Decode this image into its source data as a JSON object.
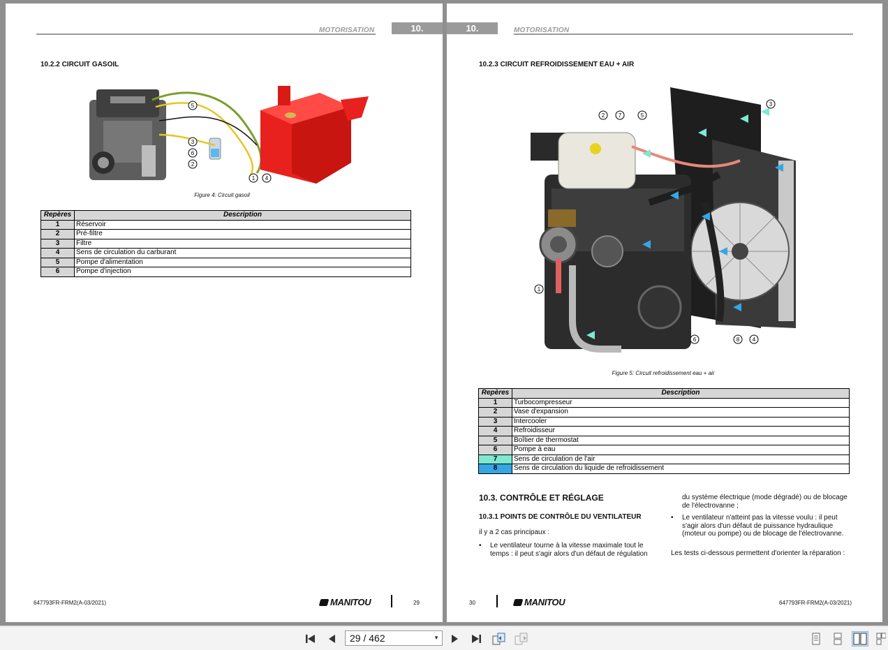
{
  "left_page": {
    "header_title": "MOTORISATION",
    "chapter_tab": "10.",
    "section_title": "10.2.2 CIRCUIT GASOIL",
    "figure_caption": "Figure 4: Circuit gasoil",
    "callouts": [
      "5",
      "3",
      "6",
      "2",
      "1",
      "4"
    ],
    "table": {
      "headers": [
        "Repères",
        "Description"
      ],
      "rows": [
        {
          "num": "1",
          "desc": "Réservoir"
        },
        {
          "num": "2",
          "desc": "Pré-filtre"
        },
        {
          "num": "3",
          "desc": "Filtre"
        },
        {
          "num": "4",
          "desc": "Sens de circulation du carburant"
        },
        {
          "num": "5",
          "desc": "Pompe d'alimentation"
        },
        {
          "num": "6",
          "desc": "Pompe d'injection"
        }
      ]
    },
    "footer_code": "647793FR-FRM2(A-03/2021)",
    "brand": "MANITOU",
    "page_number": "29"
  },
  "right_page": {
    "header_title": "MOTORISATION",
    "chapter_tab": "10.",
    "section_title": "10.2.3 CIRCUIT REFROIDISSEMENT EAU + AIR",
    "figure_caption": "Figure 5: Circuit refroidissement eau + air",
    "callouts": [
      "2",
      "7",
      "5",
      "3",
      "1",
      "6",
      "8",
      "4"
    ],
    "table": {
      "headers": [
        "Repères",
        "Description"
      ],
      "rows": [
        {
          "num": "1",
          "desc": "Turbocompresseur"
        },
        {
          "num": "2",
          "desc": "Vase d'expansion"
        },
        {
          "num": "3",
          "desc": "Intercooler"
        },
        {
          "num": "4",
          "desc": "Refroidisseur"
        },
        {
          "num": "5",
          "desc": "Boîtier de thermostat"
        },
        {
          "num": "6",
          "desc": "Pompe à eau"
        },
        {
          "num": "7",
          "desc": "Sens de circulation de l'air"
        },
        {
          "num": "8",
          "desc": "Sens de circulation du liquide de refroidissement"
        }
      ]
    },
    "section_h2": "10.3. CONTRÔLE ET RÉGLAGE",
    "subsection": "10.3.1 POINTS DE CONTRÔLE DU VENTILATEUR",
    "intro": "il y a 2 cas principaux :",
    "bullet1": "Le ventilateur tourne à la vitesse maximale tout le temps : il peut s'agir alors d'un défaut de régulation",
    "bullet1_cont": "du système électrique (mode dégradé) ou de blocage de l'électrovanne ;",
    "bullet2": "Le ventilateur n'atteint pas la vitesse voulu : il peut s'agir alors d'un défaut de puissance hydraulique (moteur ou pompe) ou de blocage de l'électrovanne.",
    "closing": "Les tests ci-dessous permettent d'orienter la réparation :",
    "page_number": "30",
    "brand": "MANITOU",
    "footer_code": "647793FR-FRM2(A-03/2021)"
  },
  "toolbar": {
    "page_indicator": "29 / 462"
  },
  "colors": {
    "tank_red": "#e8201e",
    "air_flow": "#7ee8d2",
    "coolant_flow": "#36a6e2",
    "header_grey": "#9a9a9a"
  }
}
